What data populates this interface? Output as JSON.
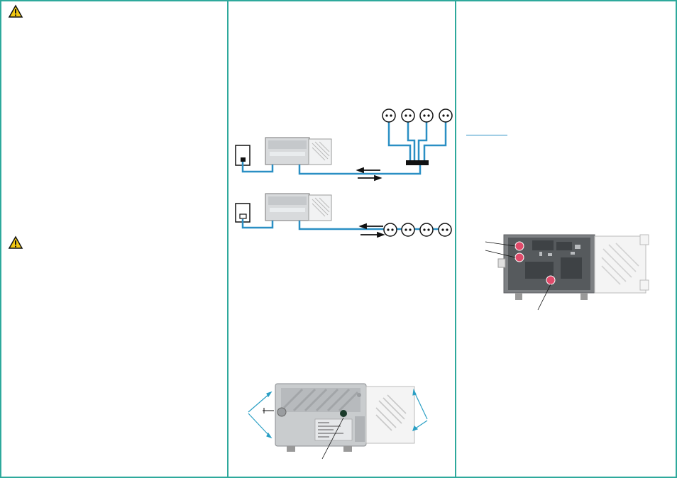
{
  "layout": {
    "columns": [
      "left",
      "middle",
      "right"
    ],
    "frame_color": "#2ea99c",
    "cable_color": "#2a8fc4",
    "warning_color": "#f2c811"
  },
  "left_column": {
    "warnings": [
      {
        "icon": "warning-triangle-icon"
      },
      {
        "icon": "warning-triangle-icon"
      }
    ]
  },
  "middle_column": {
    "diagrams": [
      {
        "name": "star-topology-diagram",
        "outlets": 4
      },
      {
        "name": "loop-through-diagram",
        "outlets": 4
      },
      {
        "name": "amplifier-housing-photo"
      }
    ]
  },
  "right_column": {
    "link_text": "",
    "figures": [
      {
        "name": "amplifier-open-housing-photo",
        "adjusters": 3
      }
    ]
  }
}
